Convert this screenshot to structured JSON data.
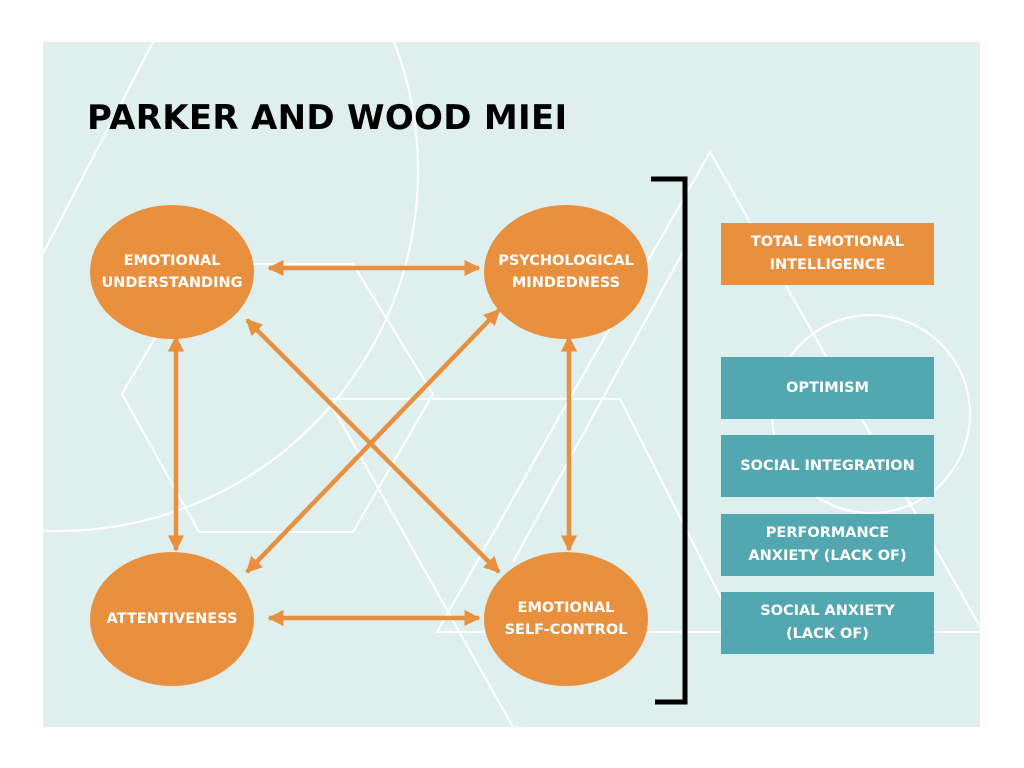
{
  "title": "PARKER AND WOOD MIEI",
  "colors": {
    "background": "#dfefee",
    "node": "#e8903e",
    "arrow": "#e8903e",
    "total_box": "#e8903e",
    "subscale_box": "#53a7b0",
    "bracket": "#000000",
    "text_light": "#ffffff",
    "title_text": "#000000"
  },
  "nodes": {
    "emotional_understanding": {
      "line1": "EMOTIONAL",
      "line2": "UNDERSTANDING"
    },
    "psychological_mindedness": {
      "line1": "PSYCHOLOGICAL",
      "line2": "MINDEDNESS"
    },
    "attentiveness": {
      "line1": "ATTENTIVENESS"
    },
    "emotional_self_control": {
      "line1": "EMOTIONAL",
      "line2": "SELF-CONTROL"
    }
  },
  "connections": [
    {
      "from": "emotional_understanding",
      "to": "psychological_mindedness",
      "type": "bidirectional"
    },
    {
      "from": "attentiveness",
      "to": "emotional_self_control",
      "type": "bidirectional"
    },
    {
      "from": "emotional_understanding",
      "to": "attentiveness",
      "type": "bidirectional"
    },
    {
      "from": "psychological_mindedness",
      "to": "emotional_self_control",
      "type": "bidirectional"
    },
    {
      "from": "emotional_understanding",
      "to": "emotional_self_control",
      "type": "bidirectional"
    },
    {
      "from": "psychological_mindedness",
      "to": "attentiveness",
      "type": "bidirectional"
    }
  ],
  "outcomes": {
    "total": {
      "line1": "TOTAL EMOTIONAL",
      "line2": "INTELLIGENCE"
    },
    "optimism": {
      "line1": "OPTIMISM"
    },
    "social_integration": {
      "line1": "SOCIAL INTEGRATION"
    },
    "performance_anxiety": {
      "line1": "PERFORMANCE",
      "line2": "ANXIETY (LACK OF)"
    },
    "social_anxiety": {
      "line1": "SOCIAL ANXIETY",
      "line2": "(LACK OF)"
    }
  }
}
